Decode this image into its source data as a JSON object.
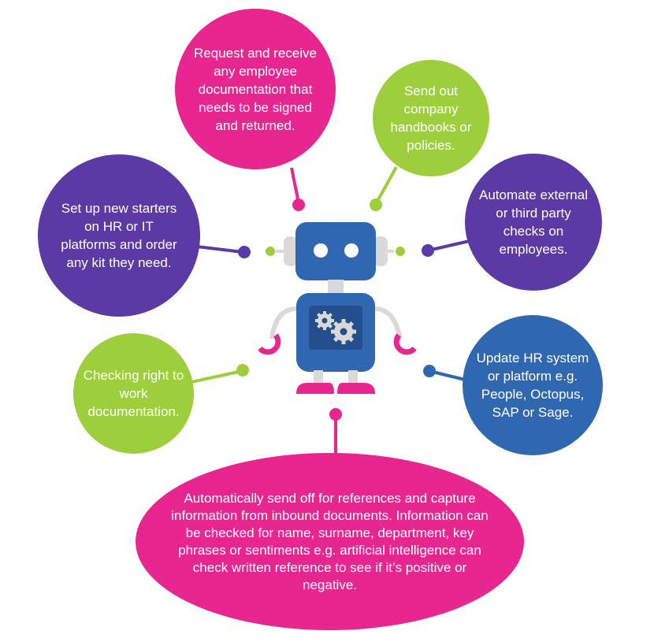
{
  "bubbles": {
    "request": "Request and receive any employee documentation that needs to be signed and returned.",
    "send_out": "Send out company handbooks or policies.",
    "set_up": "Set up new starters on HR or IT platforms and order any kit they need.",
    "automate_checks": "Automate external or third party checks on employees.",
    "checking": "Checking right to work documentation.",
    "update": "Update HR system or platform e.g. People, Octopus, SAP or Sage.",
    "references": "Automatically send off for references and capture information from inbound documents. Information can be checked for name, surname, department, key phrases or sentiments e.g. artificial intelligence can check written reference to see if it’s positive or negative."
  },
  "colors": {
    "magenta": "#e8268f",
    "green": "#9dcf3d",
    "purple": "#5b3aa6",
    "blue": "#2f67b0",
    "robot_gray": "#d9d9d9"
  },
  "icons": {
    "robot": "robot-icon",
    "gears": "gears-icon"
  }
}
